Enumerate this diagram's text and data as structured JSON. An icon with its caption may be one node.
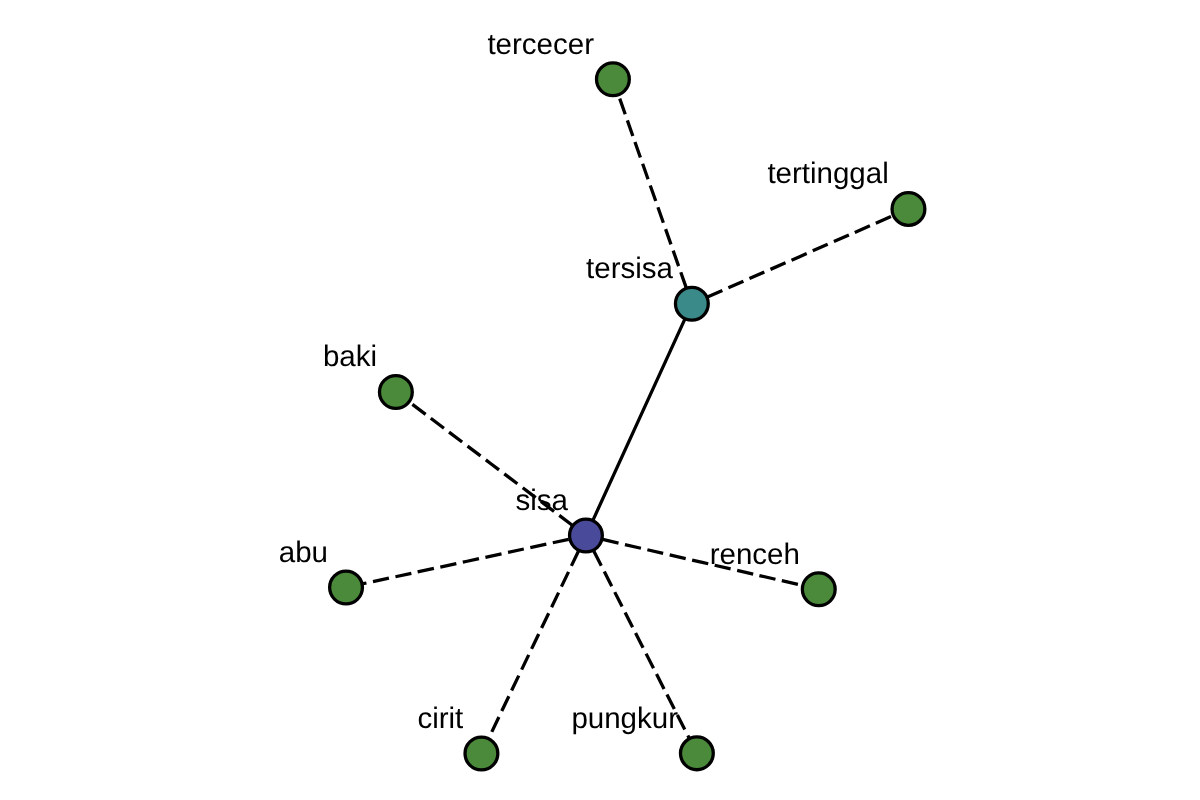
{
  "diagram": {
    "nodes": [
      {
        "text": [],
        "shape": "circle",
        "beside": [
          "sisa"
        ]
      },
      {
        "text": [],
        "shape": "circle",
        "beside": [
          "pungkur"
        ]
      },
      {
        "text": [],
        "shape": "circle",
        "beside": [
          "baki"
        ]
      },
      {
        "text": [],
        "shape": "circle",
        "beside": [
          "cirit"
        ]
      },
      {
        "text": [],
        "shape": "circle",
        "beside": [
          "abu"
        ]
      },
      {
        "text": [],
        "shape": "circle",
        "beside": [
          "renceh"
        ]
      },
      {
        "text": [],
        "shape": "circle",
        "beside": [
          "tersisa"
        ]
      },
      {
        "text": [],
        "shape": "circle",
        "beside": [
          "tercecer"
        ]
      },
      {
        "text": [],
        "shape": "circle",
        "beside": [
          "tertinggal"
        ]
      }
    ],
    "edges": [
      {
        "from": 0,
        "to": 1,
        "arrow": "none",
        "style": "dashed"
      },
      {
        "from": 0,
        "to": 2,
        "arrow": "none",
        "style": "dashed"
      },
      {
        "from": 0,
        "to": 3,
        "arrow": "none",
        "style": "dashed"
      },
      {
        "from": 0,
        "to": 4,
        "arrow": "none",
        "style": "dashed"
      },
      {
        "from": 0,
        "to": 5,
        "arrow": "none",
        "style": "dashed"
      },
      {
        "from": 0,
        "to": 6,
        "arrow": "none"
      },
      {
        "from": 6,
        "to": 7,
        "arrow": "none",
        "style": "dashed"
      },
      {
        "from": 6,
        "to": 8,
        "arrow": "none",
        "style": "dashed"
      }
    ]
  }
}
